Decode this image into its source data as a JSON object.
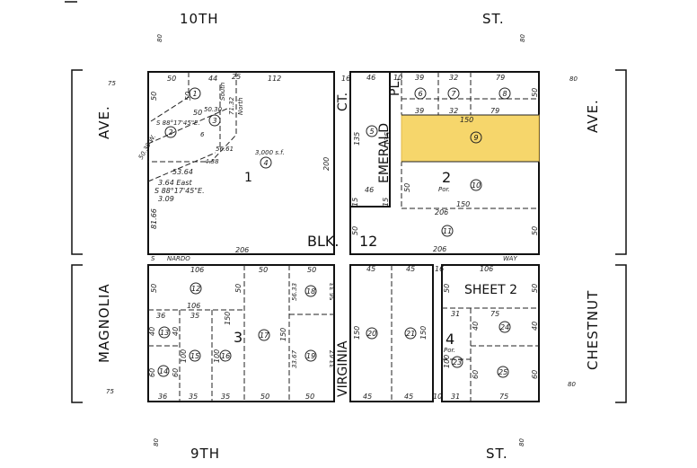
{
  "streets": {
    "top_left": "10TH",
    "top_right": "ST.",
    "bottom_left": "9TH",
    "bottom_right": "ST.",
    "left_top": "AVE.",
    "left_bottom": "MAGNOLIA",
    "right_top": "AVE.",
    "right_bottom": "CHESTNUT",
    "ct": "CT.",
    "emerald": "EMERALD",
    "pl": "PL.",
    "virginia": "VIRGINIA",
    "nardo": "NARDO",
    "way": "WAY",
    "s_nardo": "S"
  },
  "labels": {
    "blk": "BLK.",
    "block_12": "12",
    "block_2": "2",
    "block_2_por": "Por.",
    "block_4": "4",
    "block_4_por": "Por.",
    "block_3": "3",
    "block_1": "1",
    "sheet": "SHEET 2",
    "area_4": "3,000 s.f."
  },
  "widths": {
    "w80_top_left": "80",
    "w80_top_right": "80",
    "w80_bottom_left": "80",
    "w80_bottom_right": "80",
    "w75_left_top": "75",
    "w75_left_bottom": "75",
    "w80_right_top": "80",
    "w80_right_bottom": "80"
  },
  "highlight_color": "#f6d66b",
  "parcels": [
    {
      "id": "p1",
      "num": "1"
    },
    {
      "id": "p2",
      "num": "2"
    },
    {
      "id": "p3",
      "num": "3"
    },
    {
      "id": "p4",
      "num": "4"
    },
    {
      "id": "p5",
      "num": "5"
    },
    {
      "id": "p6",
      "num": "6"
    },
    {
      "id": "p7",
      "num": "7"
    },
    {
      "id": "p8",
      "num": "8"
    },
    {
      "id": "p9",
      "num": "9"
    },
    {
      "id": "p10",
      "num": "10"
    },
    {
      "id": "p11",
      "num": "11"
    },
    {
      "id": "p12",
      "num": "12"
    },
    {
      "id": "p13",
      "num": "13"
    },
    {
      "id": "p14",
      "num": "14"
    },
    {
      "id": "p15",
      "num": "15"
    },
    {
      "id": "p16",
      "num": "16"
    },
    {
      "id": "p17",
      "num": "17"
    },
    {
      "id": "p18",
      "num": "18"
    },
    {
      "id": "p19",
      "num": "19"
    },
    {
      "id": "p20",
      "num": "20"
    },
    {
      "id": "p21",
      "num": "21"
    },
    {
      "id": "p23",
      "num": "23"
    },
    {
      "id": "p24",
      "num": "24"
    },
    {
      "id": "p25",
      "num": "25"
    }
  ],
  "dims": {
    "d50_a": "50",
    "d44": "44",
    "d112": "112",
    "d16_top": "16",
    "d46_top": "46",
    "d10_top": "10",
    "d39_top": "39",
    "d32_top": "32",
    "d79_top": "79",
    "d50_r": "50",
    "d39_b": "39",
    "d32_b": "32",
    "d79_b": "79",
    "d150_top": "150",
    "d135_l": "135",
    "d135_r": "135",
    "d46_b": "46",
    "d15": "15",
    "d15b": "15",
    "d50_10": "50",
    "d206_a": "206",
    "d150_b": "150",
    "d50_11": "50",
    "d206_b": "206",
    "d50_11r": "50",
    "d200": "200",
    "d206_c": "206",
    "d8166": "81.66",
    "d5364": "53.64",
    "d364east": "3.64 East",
    "dS88": "S 88°17'45\"E.",
    "d309": "3.09",
    "d106_12": "106",
    "d50_12": "50",
    "d50_12r": "50",
    "d106_12b": "106",
    "d36": "36",
    "d35": "35",
    "d50_13": "50",
    "d50_18": "50",
    "d5633": "56.33",
    "d5633b": "56.33",
    "d150_17": "150",
    "d150_3": "150",
    "d3367": "33.67",
    "d3367b": "33.67",
    "d40_13": "40",
    "d40_13b": "40",
    "d60_14": "60",
    "d60_14b": "60",
    "d100_15": "100",
    "d100_16": "100",
    "d36_b": "36",
    "d35_b": "35",
    "d35_c": "35",
    "d50_b": "50",
    "d50_c": "50",
    "d45_a": "45",
    "d45_b": "45",
    "d16_v": "16",
    "d150_v": "150",
    "d150_v2": "150",
    "d45_c": "45",
    "d45_d": "45",
    "d10_v": "10",
    "d106_s2": "106",
    "d50_s2": "50",
    "d50_s2r": "50",
    "d31": "31",
    "d75": "75",
    "d40_24": "40",
    "d40_24b": "40",
    "d60_25": "60",
    "d60_25b": "60",
    "d100_23": "100",
    "d31_b": "31",
    "d75_b": "75",
    "d50_p1": "50",
    "d50_p1b": "50",
    "d50_p2": "50",
    "d25": "25",
    "dS88_2": "S 88°17'45\"E.",
    "d7132": "71.32",
    "dNorth": "North",
    "d5030": "50.30",
    "d5061": "56.61",
    "d6": "6",
    "d438": "4.38",
    "dSouth": "South",
    "d5030w": "50.30 W."
  }
}
